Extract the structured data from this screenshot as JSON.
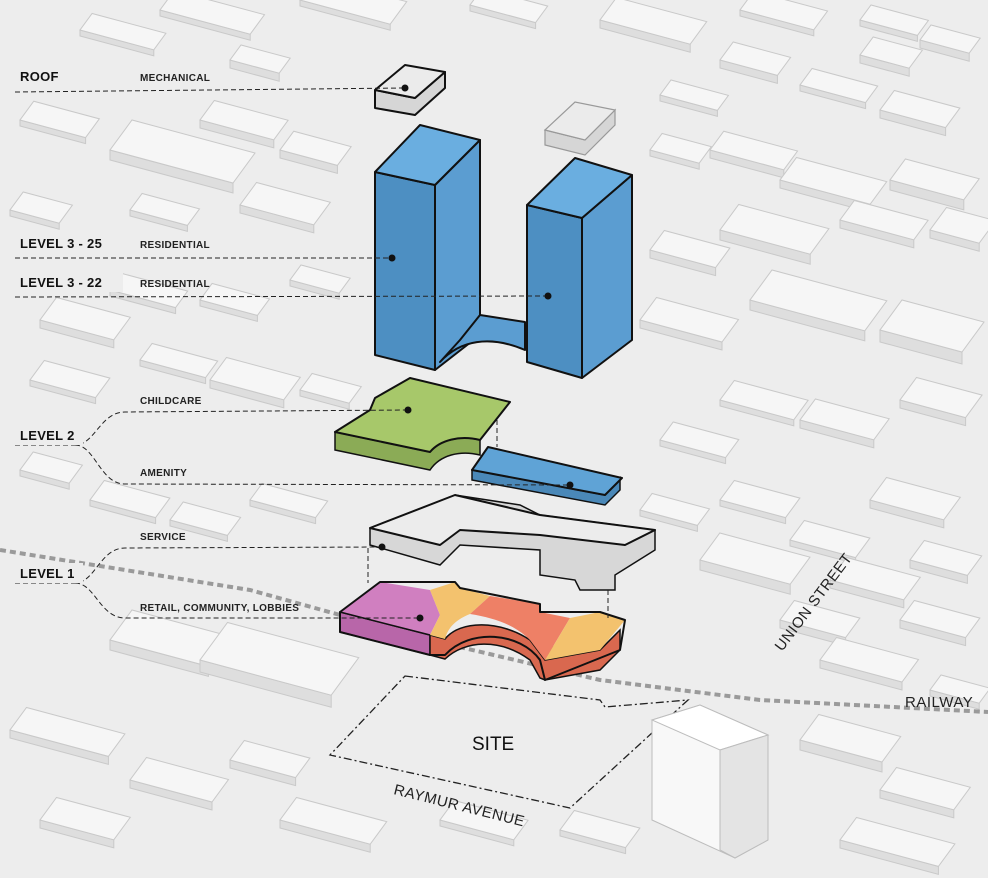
{
  "levels": {
    "roof": {
      "label": "ROOF",
      "program": "MECHANICAL"
    },
    "level_3_25": {
      "label": "LEVEL 3 - 25",
      "program": "RESIDENTIAL"
    },
    "level_3_22": {
      "label": "LEVEL 3 - 22",
      "program": "RESIDENTIAL"
    },
    "level_2": {
      "label": "LEVEL 2",
      "programs": [
        "CHILDCARE",
        "AMENITY"
      ]
    },
    "level_1": {
      "label": "LEVEL 1",
      "programs": [
        "SERVICE",
        "RETAIL, COMMUNITY, LOBBIES"
      ]
    }
  },
  "site": {
    "label": "SITE"
  },
  "streets": {
    "union": "UNION STREET",
    "raymur": "RAYMUR AVENUE",
    "railway": "RAILWAY"
  },
  "colors": {
    "residential": "#5fa3d6",
    "childcare": "#a7c86a",
    "amenity": "#5fa3d6",
    "service": "#e2e2e2",
    "mechanical": "#e8e8e8",
    "retail_pink": "#d07fc0",
    "retail_yellow": "#f3c26e",
    "retail_orange": "#ee8066"
  }
}
